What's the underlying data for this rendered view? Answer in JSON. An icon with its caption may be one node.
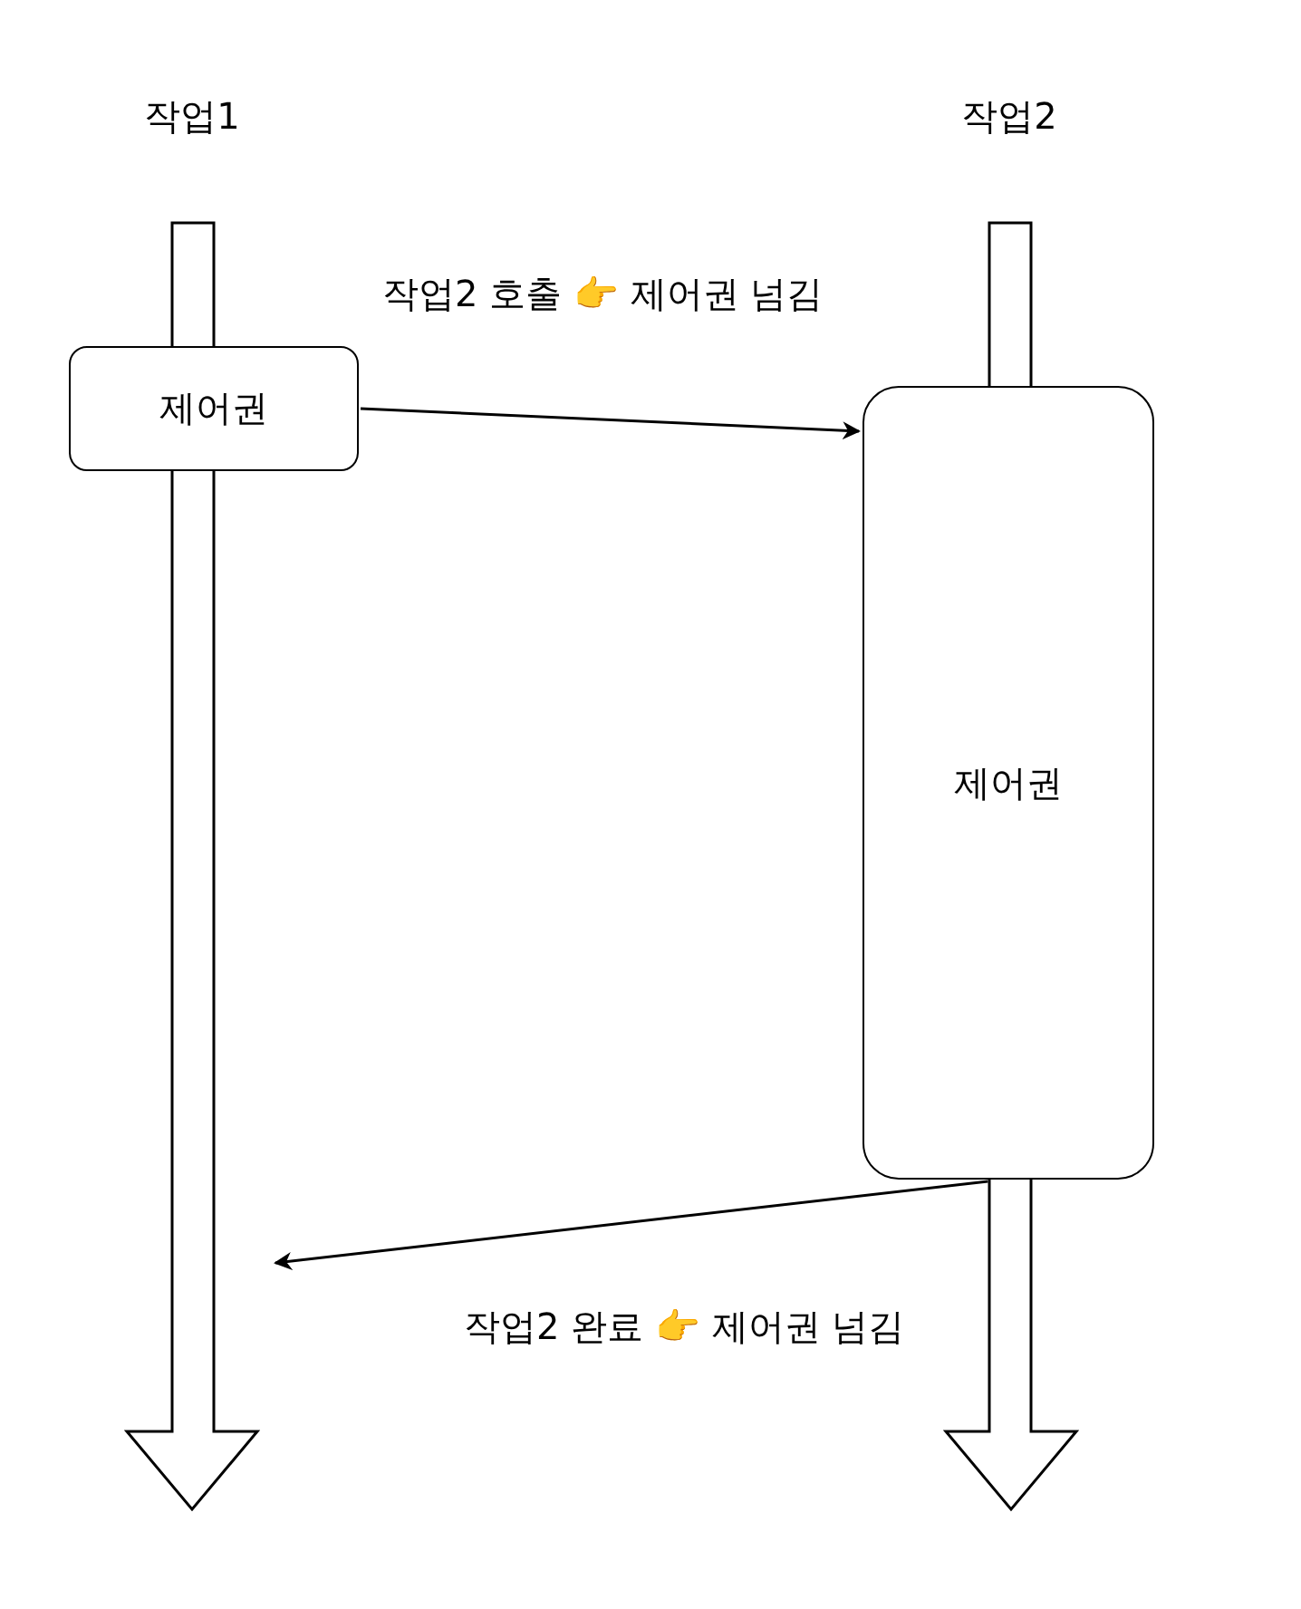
{
  "diagram": {
    "nodes": [
      {
        "text": [
          "제어권"
        ]
      },
      {
        "text": [
          "제어권"
        ]
      }
    ],
    "edges": [
      {
        "from": 0,
        "to": 1,
        "arrow": "to",
        "label": "작업2 호출 👉 제어권 넘김"
      },
      {
        "from": 1,
        "to": null,
        "arrow": "to",
        "label": "작업2 완료 👉 제어권 넘김"
      }
    ],
    "labels": [
      "작업1",
      "작업2"
    ]
  }
}
